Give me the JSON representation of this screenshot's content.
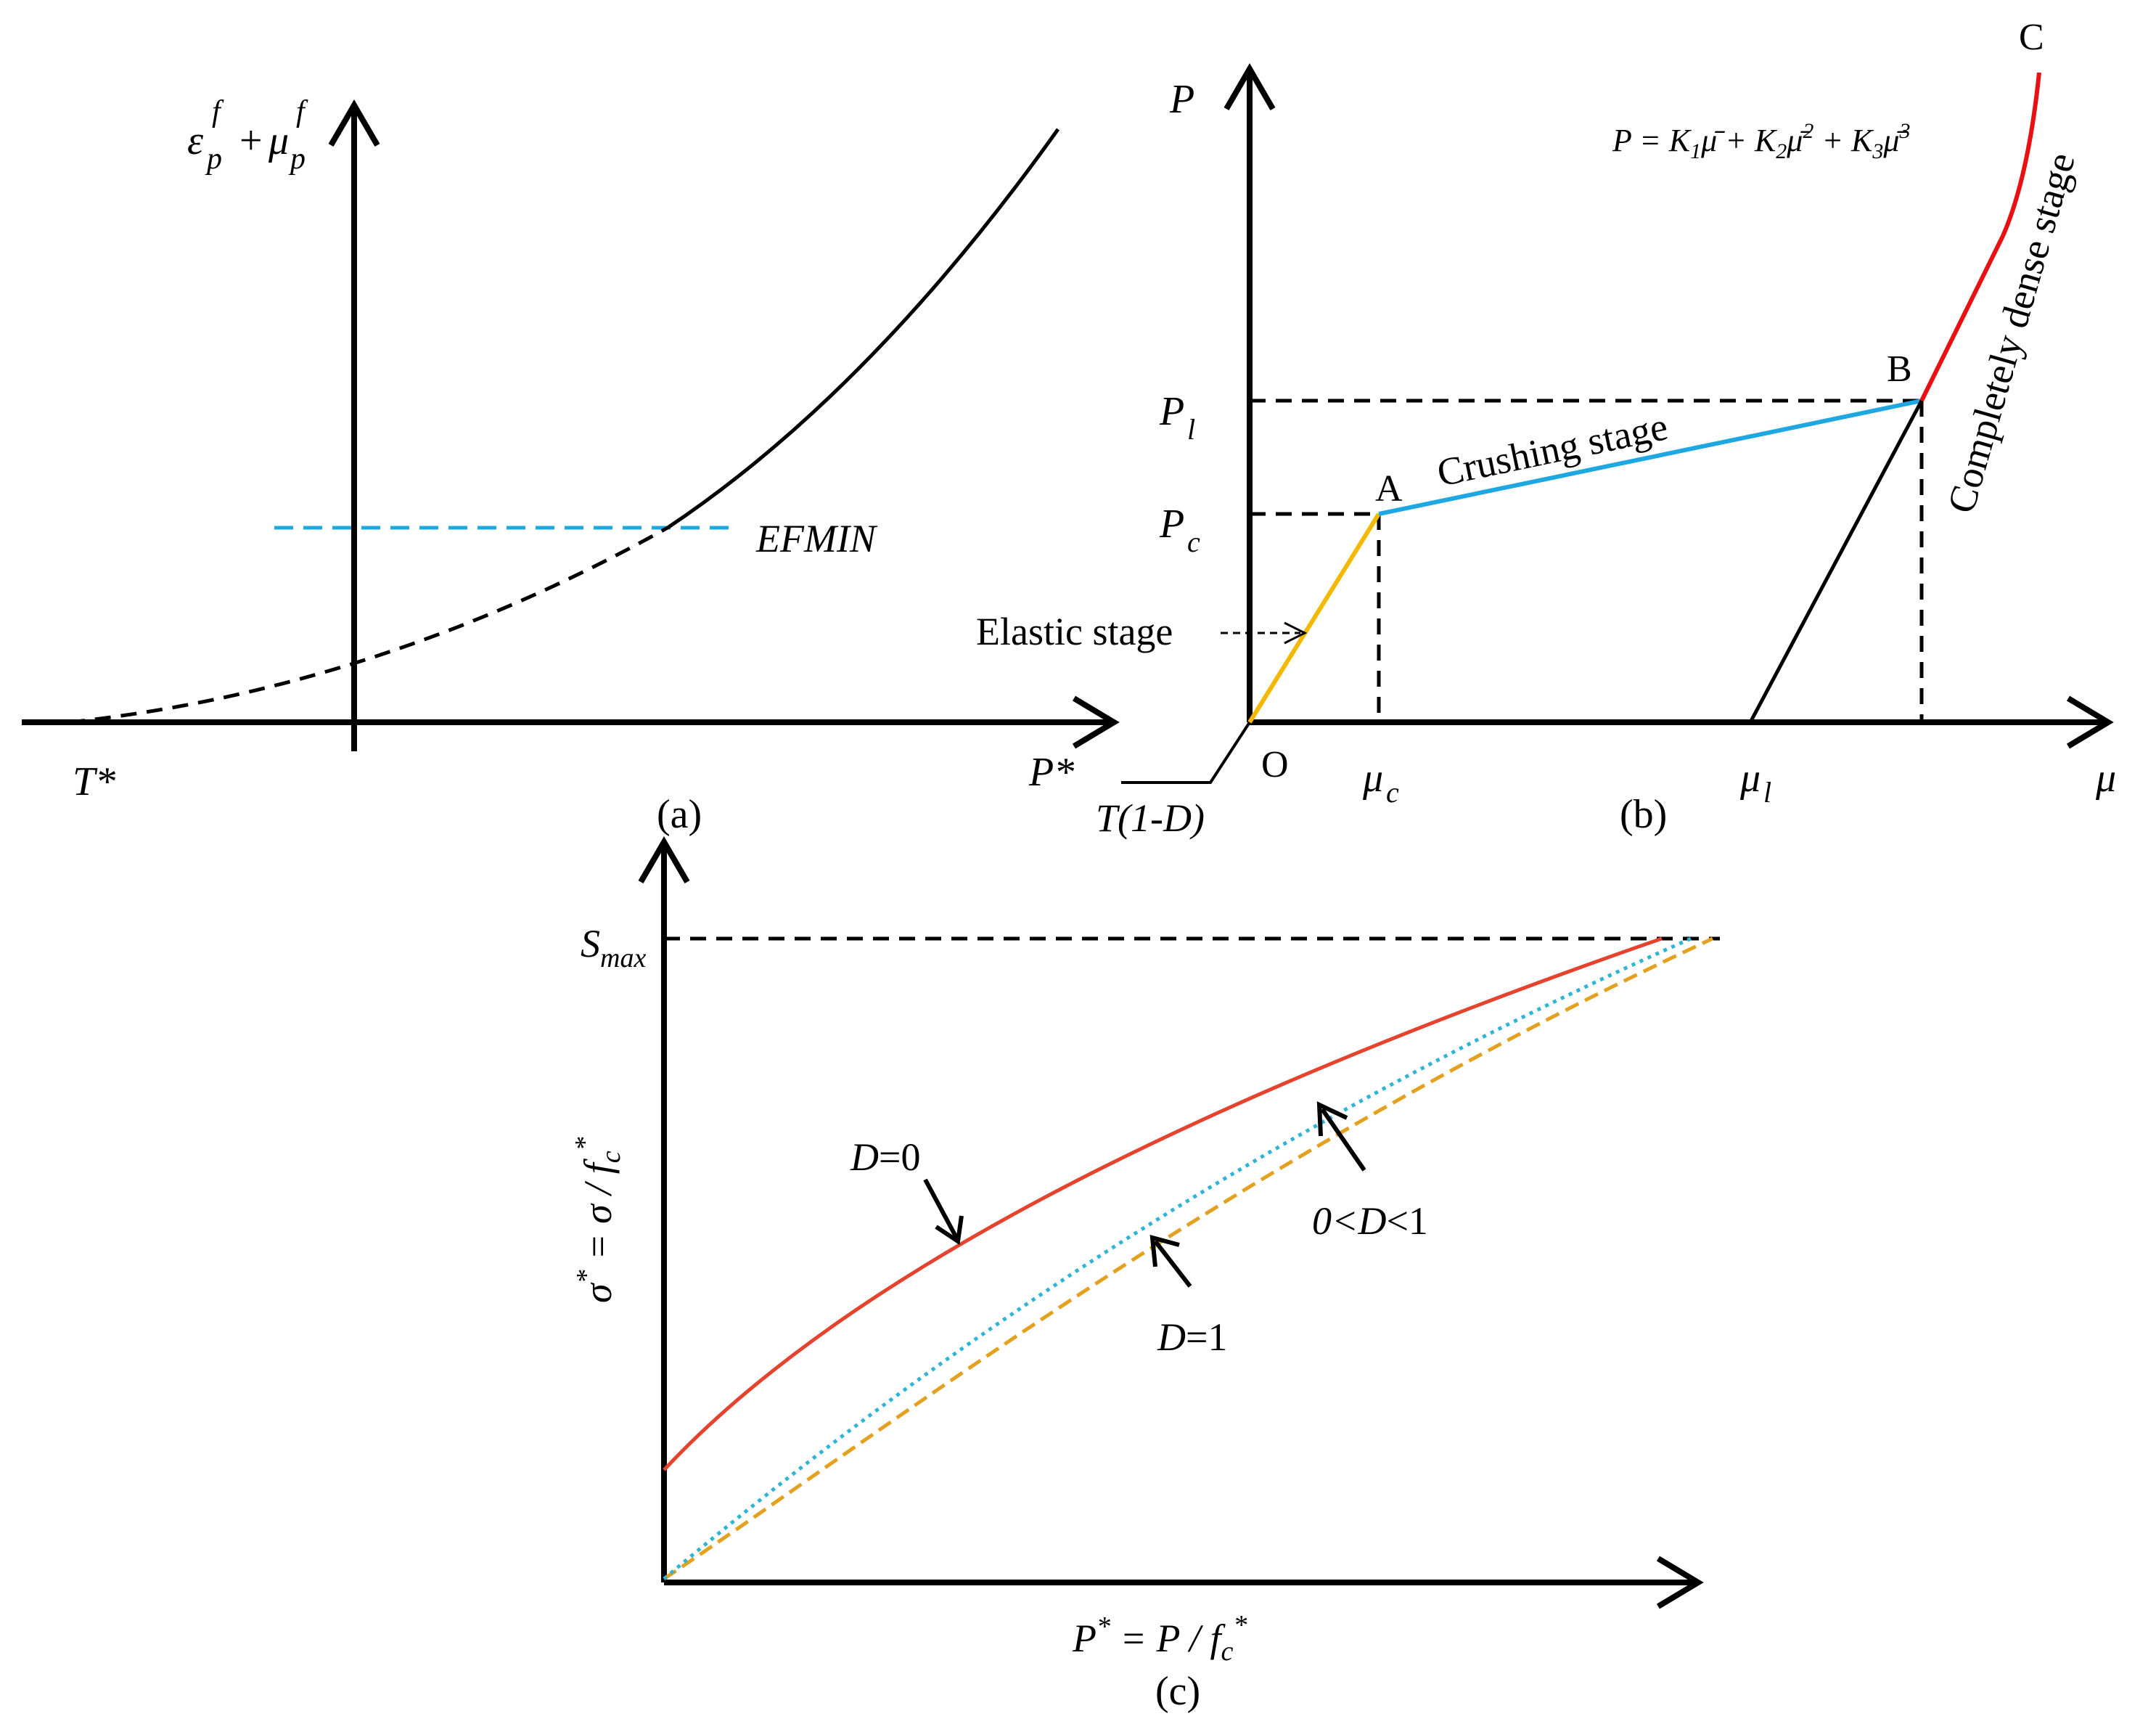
{
  "panel_a": {
    "caption": "(a)",
    "y_axis_label": {
      "eps": "ε",
      "mu": "μ",
      "sub": "p",
      "sup": "f",
      "plus": "+"
    },
    "x_axis_label": "P*",
    "left_label": "T*",
    "threshold_label": "EFMIN",
    "colors": {
      "threshold": "#1ea7e1",
      "curve": "#000000"
    }
  },
  "panel_b": {
    "caption": "(b)",
    "y_axis_label": "P",
    "x_axis_label": "μ",
    "origin_label": "O",
    "tension_label": "T(1-D)",
    "point_labels": {
      "A": "A",
      "B": "B",
      "C": "C"
    },
    "pressure_labels": {
      "P": "P",
      "l": "l",
      "c": "c"
    },
    "strain_labels": {
      "mu": "μ",
      "c": "c",
      "l": "l"
    },
    "equation": {
      "lhs": "P = K",
      "s1": "1",
      "t1": "μ̄ + K",
      "s2": "2",
      "t2": "μ̄",
      "p2": "2",
      "t3": " + K",
      "s3": "3",
      "t4": "μ̄",
      "p3": "3"
    },
    "stages": {
      "elastic": "Elastic stage",
      "crushing": "Crushing stage",
      "dense": "Completely dense stage"
    },
    "colors": {
      "elastic": "#f5b800",
      "crushing": "#1ea7e1",
      "dense": "#e81010"
    }
  },
  "panel_c": {
    "caption": "(c)",
    "smax": {
      "main": "S",
      "sub": "max"
    },
    "y_axis_label": {
      "a": "σ",
      "sup": "*",
      "b": " = σ / f",
      "sub": "c",
      "sup2": "*"
    },
    "x_axis_label": {
      "a": "P",
      "sup": "*",
      "b": " = P / f",
      "sub": "c",
      "sup2": "*"
    },
    "curve_labels": {
      "d0": {
        "var": "D",
        "rest": "=0"
      },
      "d1": {
        "var": "D",
        "rest": "=1"
      },
      "dmid": {
        "a": "0<",
        "var": "D",
        "b": "<1"
      }
    },
    "colors": {
      "d0": "#e4432e",
      "dmid": "#2eb4d6",
      "d1": "#e3a11f"
    }
  }
}
